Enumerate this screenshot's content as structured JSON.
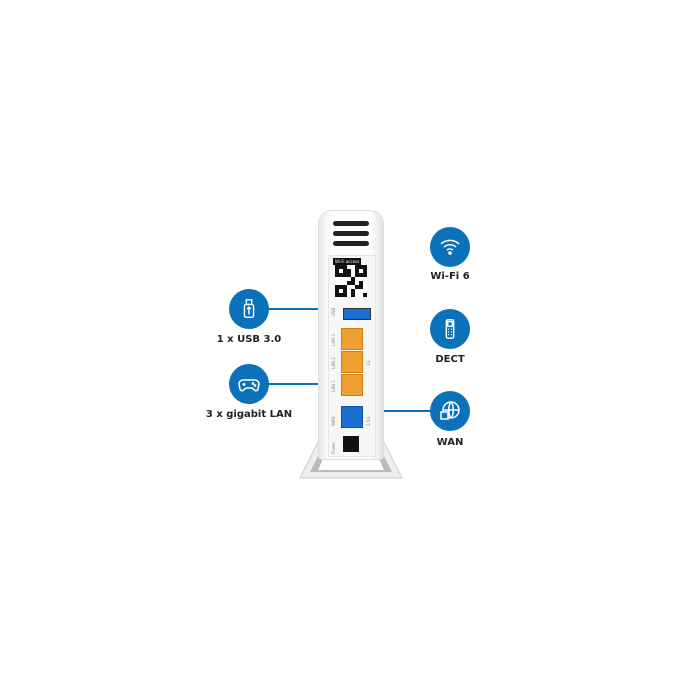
{
  "features": {
    "usb": {
      "label": "1 x USB 3.0",
      "icon": "usb-stick-icon"
    },
    "lan": {
      "label": "3 x gigabit LAN",
      "icon": "gamepad-icon"
    },
    "wifi": {
      "label": "Wi-Fi 6",
      "icon": "wifi-icon"
    },
    "dect": {
      "label": "DECT",
      "icon": "cordless-phone-icon"
    },
    "wan": {
      "label": "WAN",
      "icon": "globe-icon"
    }
  },
  "router": {
    "wifi_access": "Wi-Fi access",
    "ports": {
      "usb": "USB",
      "lan3": "LAN 3",
      "lan2": "LAN 2",
      "lan1": "LAN 1",
      "wan": "WAN",
      "power": "Power",
      "lan_speed": "1G",
      "wan_speed": "2.5G"
    }
  },
  "colors": {
    "accent": "#0b72b9",
    "lan_port": "#f0a030",
    "wan_port": "#1a6fd0"
  }
}
